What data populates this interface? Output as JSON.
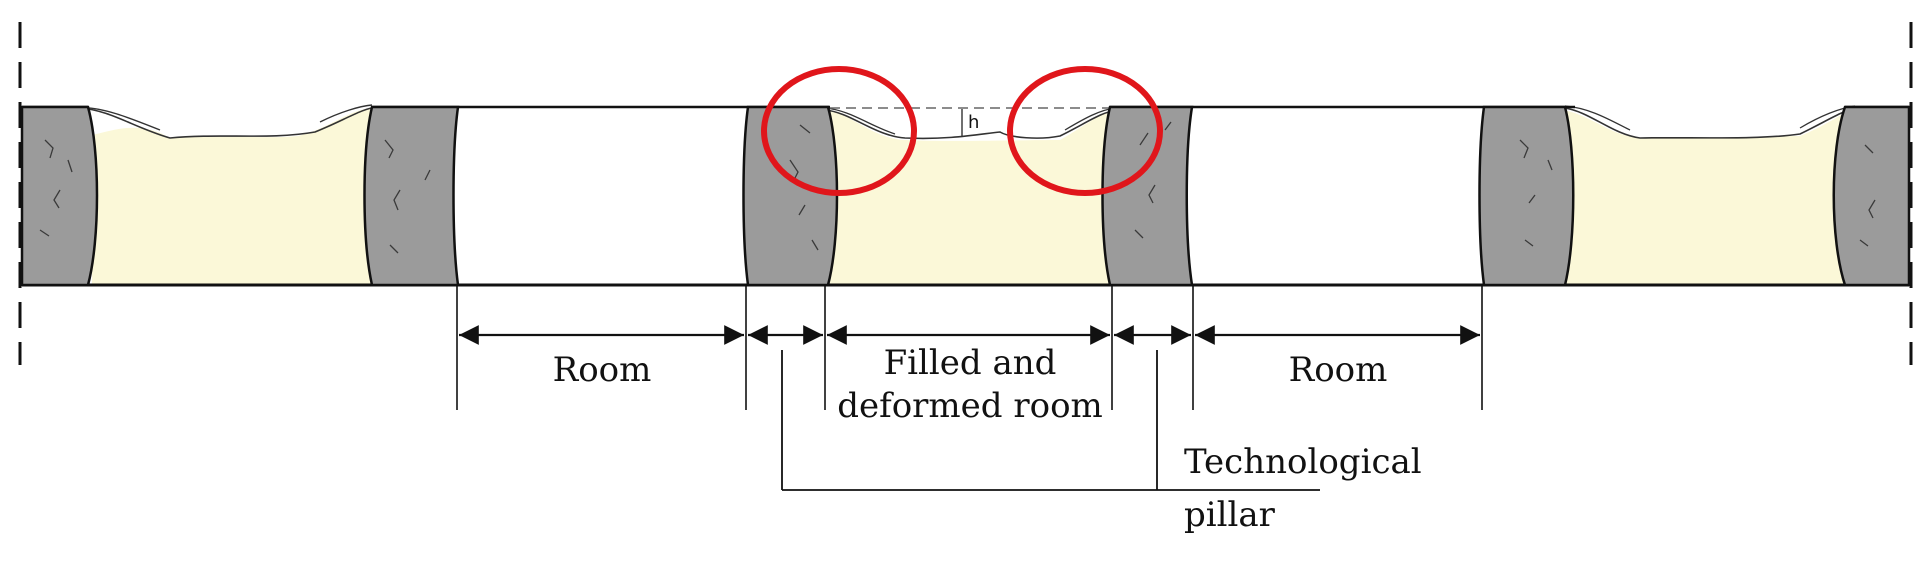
{
  "labels": {
    "room_left": "Room",
    "filled_line1": "Filled and",
    "filled_line2": "deformed room",
    "room_right": "Room",
    "tech_line1": "Technological",
    "tech_line2": "pillar",
    "h": "h"
  },
  "colors": {
    "pillar": "#9b9b9b",
    "fill": "#fbf8d8",
    "highlight": "#e0161b",
    "line": "#111111"
  }
}
